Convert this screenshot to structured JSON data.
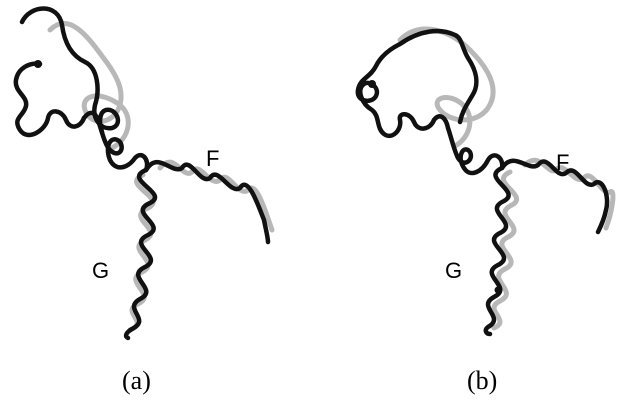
{
  "panels": [
    {
      "caption": "(a)",
      "helix_labels": {
        "f": "F",
        "g": "G"
      }
    },
    {
      "caption": "(b)",
      "helix_labels": {
        "f": "F",
        "g": "G"
      }
    }
  ],
  "colors": {
    "background": "#ffffff",
    "trace": "#111111",
    "shadow_trace": "#9a9a9a"
  }
}
